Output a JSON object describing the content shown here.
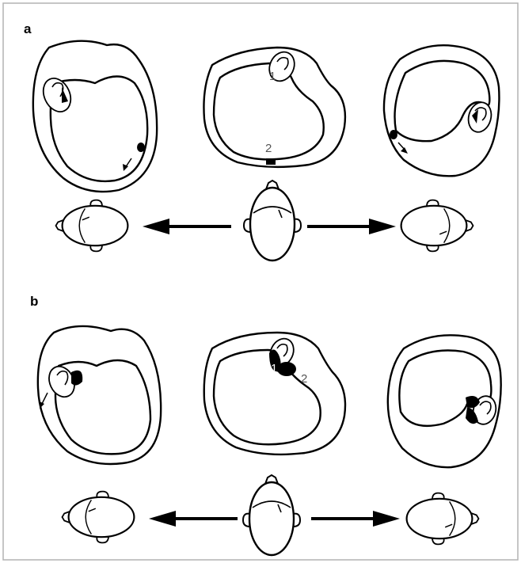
{
  "panels": [
    {
      "label": "a",
      "numbers": [
        "1",
        "2"
      ]
    },
    {
      "label": "b",
      "numbers": [
        "1",
        "2"
      ]
    }
  ],
  "colors": {
    "background": "#ffffff",
    "frame": "#b3b3b3",
    "ink": "#000000",
    "number_label": "#555555"
  },
  "icons": {
    "labyrinth": "semicircular-canal-diagram",
    "head": "head-top-view",
    "arrow": "direction-arrow"
  }
}
